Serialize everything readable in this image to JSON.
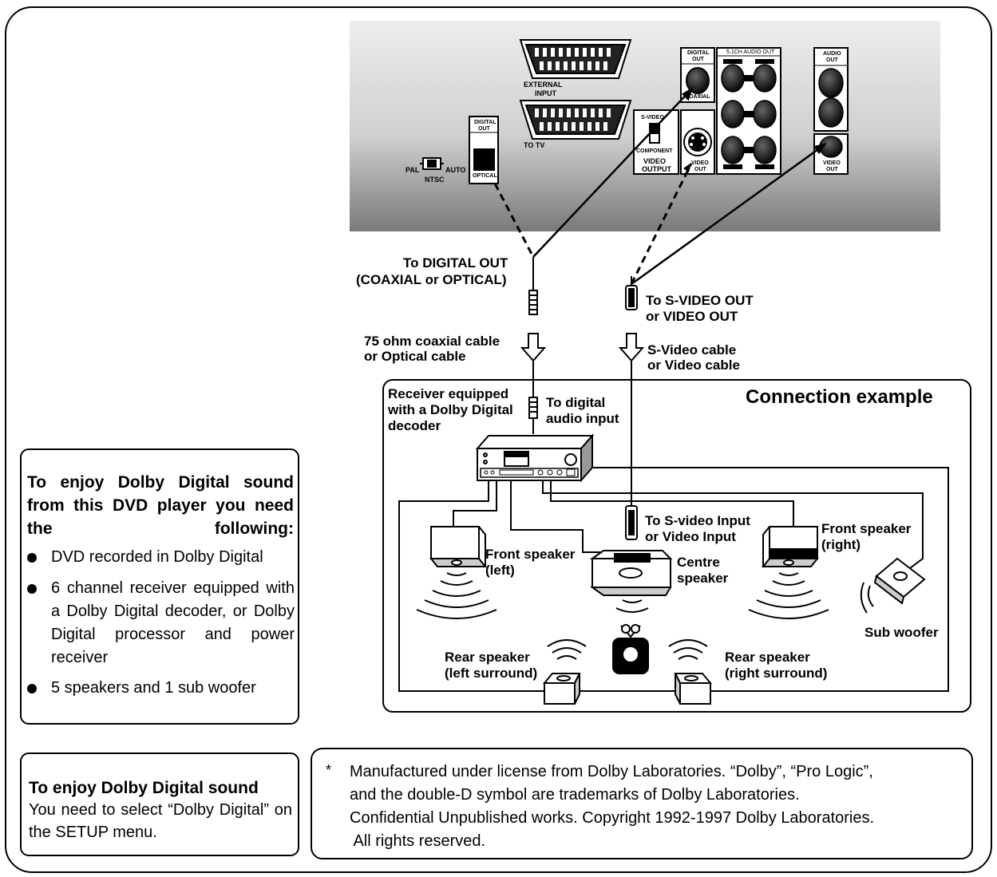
{
  "panel": {
    "external_input": "EXTERNAL\nINPUT",
    "external_input_l1": "EXTERNAL",
    "external_input_l2": "INPUT",
    "to_tv": "TO TV",
    "digital_out_left_l1": "DIGITAL",
    "digital_out_left_l2": "OUT",
    "optical": "OPTICAL",
    "pal": "PAL",
    "ntsc": "NTSC",
    "auto": "AUTO",
    "s_video": "S-VIDEO",
    "component": "COMPONENT",
    "video_output_l1": "VIDEO",
    "video_output_l2": "OUTPUT",
    "digital_out_right_l1": "DIGITAL",
    "digital_out_right_l2": "OUT",
    "coaxial": "COAXIAL",
    "ch_audio_out": "5.1CH AUDIO OUT",
    "svideo_out_l1": "VIDEO",
    "svideo_out_l2": "OUT",
    "audio_out_l1": "AUDIO",
    "audio_out_l2": "OUT",
    "video_out_l1": "VIDEO",
    "video_out_l2": "OUT"
  },
  "labels": {
    "to_digital_out_l1": "To DIGITAL OUT",
    "to_digital_out_l2": "(COAXIAL or OPTICAL)",
    "to_svideo_out_l1": "To S-VIDEO OUT",
    "to_svideo_out_l2": "or VIDEO OUT",
    "coax_cable_l1": "75 ohm coaxial cable",
    "coax_cable_l2": "or Optical cable",
    "svideo_cable_l1": "S-Video cable",
    "svideo_cable_l2": "or Video cable",
    "receiver_l1": "Receiver equipped",
    "receiver_l2": "with a Dolby Digital",
    "receiver_l3": "decoder",
    "to_digital_audio_l1": "To digital",
    "to_digital_audio_l2": "audio input",
    "connection_example": "Connection example",
    "to_svideo_input_l1": "To S-video Input",
    "to_svideo_input_l2": "or Video Input",
    "front_left_l1": "Front speaker",
    "front_left_l2": "(left)",
    "centre_l1": "Centre",
    "centre_l2": "speaker",
    "front_right_l1": "Front speaker",
    "front_right_l2": "(right)",
    "sub_woofer": "Sub woofer",
    "rear_left_l1": "Rear speaker",
    "rear_left_l2": "(left surround)",
    "rear_right_l1": "Rear speaker",
    "rear_right_l2": "(right surround)"
  },
  "requirements": {
    "title": "To enjoy Dolby Digital sound from this DVD player you need the following:",
    "items": [
      "DVD recorded in Dolby Digital",
      "6 channel receiver equipped with a Dolby Digital decoder, or Dolby Digital processor and power receiver",
      "5 speakers and 1 sub woofer"
    ]
  },
  "setup_note": {
    "title": "To enjoy Dolby Digital sound",
    "body": "You need to select “Dolby Digital” on the SETUP menu."
  },
  "license": {
    "asterisk": "*",
    "lines": [
      "Manufactured under license from Dolby Laboratories. “Dolby”, “Pro Logic”,",
      "and the double-D symbol are trademarks of Dolby Laboratories.",
      "Confidential Unpublished works. Copyright 1992-1997 Dolby Laboratories.",
      " All rights reserved."
    ]
  }
}
